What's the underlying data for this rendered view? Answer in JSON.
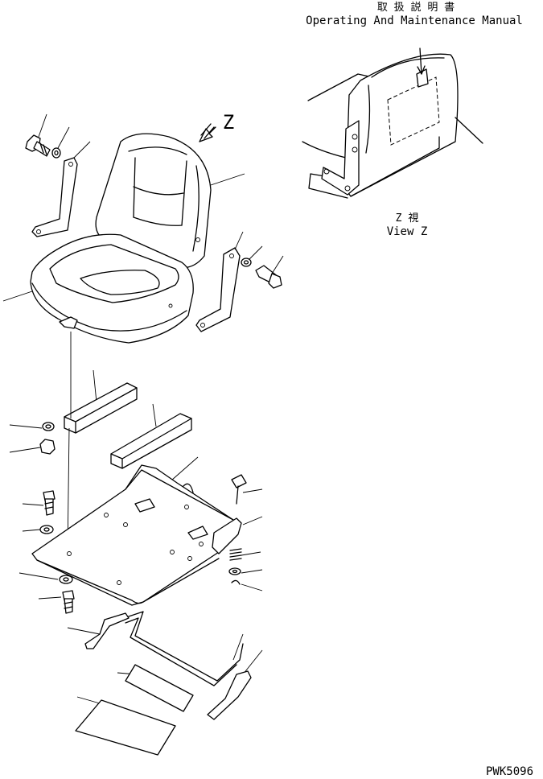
{
  "manual_label_jp": "取 扱 説 明 書",
  "manual_label_en": "Operating And Maintenance Manual",
  "arrow_label": "Z",
  "view_label_jp": "Z 視",
  "view_label_en": "View Z",
  "drawing_code": "PWK5096",
  "colors": {
    "line": "#000000",
    "background": "#ffffff"
  }
}
